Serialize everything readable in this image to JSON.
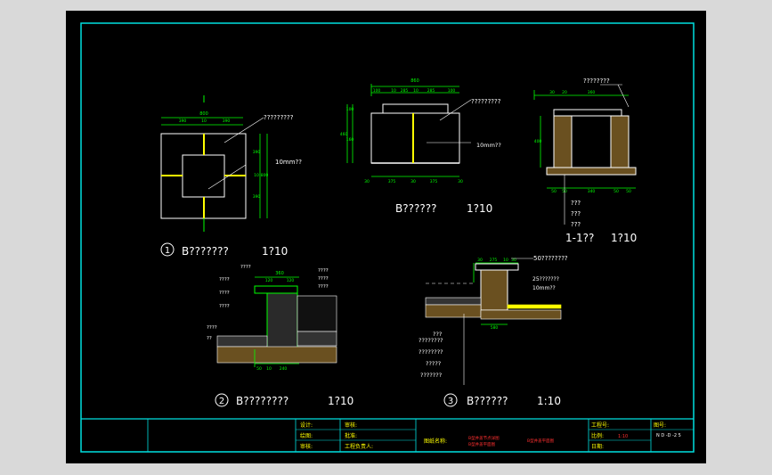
{
  "colors": {
    "background": "#d9d9d9",
    "sheet": "#000000",
    "frame": "#00e0e0",
    "dim": "#00ff00",
    "outline": "#ffffff",
    "joint": "#ffff00",
    "label": "#ffff00",
    "hatch": "#b08030",
    "red_text": "#ff3030"
  },
  "views": {
    "plan": {
      "title": "B???????",
      "scale": "1?10",
      "number": "1",
      "dim_total": "800",
      "dim_a": "390",
      "dim_b": "10",
      "dim_c": "390",
      "note_material": "?????????",
      "note_joint": "10mm??",
      "side_a": "390",
      "side_b": "10",
      "side_c": "390",
      "side_total": "800"
    },
    "elevation": {
      "title": "B??????",
      "scale": "1?10",
      "dim_total": "860",
      "dims_top": [
        "100",
        "10",
        "285",
        "10",
        "285",
        "100"
      ],
      "dims_bottom": [
        "30",
        "375",
        "30",
        "375",
        "30"
      ],
      "side_total": "460",
      "side_a": "160",
      "side_b": "100",
      "note_material": "?????????",
      "note_joint": "10mm??"
    },
    "section": {
      "title": "1-1??",
      "scale": "1?10",
      "dim_top": "360",
      "dims_small": [
        "30",
        "20"
      ],
      "note_top": "????????",
      "side_dim": "400",
      "dims_bottom": [
        "50",
        "50",
        "340",
        "50",
        "50"
      ],
      "layers": [
        "???",
        "???",
        "???"
      ]
    },
    "detail2": {
      "title": "B????????",
      "scale": "1?10",
      "number": "2",
      "dim_top": "360",
      "dims_small": [
        "120",
        "120"
      ],
      "dims_bottom": [
        "50",
        "10",
        "240"
      ],
      "left_labels": [
        "????",
        "????",
        "????",
        "????",
        "??"
      ],
      "top_label": "????",
      "right_labels": [
        "????",
        "????",
        "????"
      ]
    },
    "detail3": {
      "title": "B??????",
      "scale": "1:10",
      "number": "3",
      "dims_top": [
        "30",
        "275",
        "10",
        "30"
      ],
      "note_top": "50????????",
      "notes_right": [
        "25???????",
        "10mm??"
      ],
      "dim_bottom": "580",
      "layer_labels": [
        "???",
        "????????",
        "????????",
        "?????",
        "???????"
      ]
    }
  },
  "title_block": {
    "design_label": "设计:",
    "draw_label": "绘图:",
    "review_label": "审核:",
    "check_label": "审核:",
    "approve_label": "批准:",
    "lead_label": "工程负责人:",
    "drawing_name_label": "图纸名称:",
    "drawing_name_line1": "B型井盖节点详图",
    "drawing_name_line2": "B型井盖平面图",
    "drawing_name_extra": "B型井盖平面图",
    "project_no_label": "工程号:",
    "scale_label": "比例:",
    "scale_value": "1:10",
    "date_label": "日期:",
    "sheet_no_label": "图号:",
    "sheet_no_value": "N D -D -2 5"
  }
}
